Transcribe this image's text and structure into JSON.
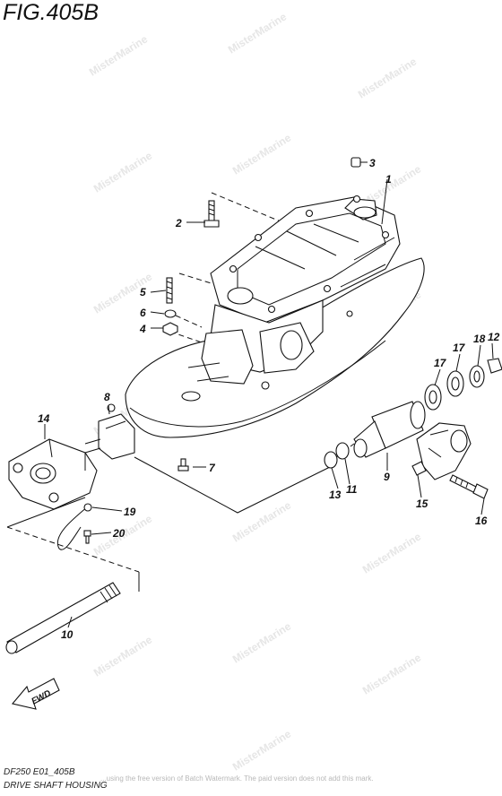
{
  "figure": {
    "title": "FIG.405B",
    "model_code": "DF250 E01_405B",
    "section_name": "DRIVE SHAFT HOUSING",
    "watermark_notice": "...using the free version of Batch Watermark. The paid version does not add this mark.",
    "watermark_text": "MisterMarine"
  },
  "callouts": [
    "1",
    "2",
    "3",
    "4",
    "5",
    "6",
    "7",
    "8",
    "9",
    "10",
    "11",
    "12",
    "13",
    "14",
    "15",
    "16",
    "17",
    "17",
    "18",
    "19",
    "20"
  ],
  "fwd_label": "FWD"
}
